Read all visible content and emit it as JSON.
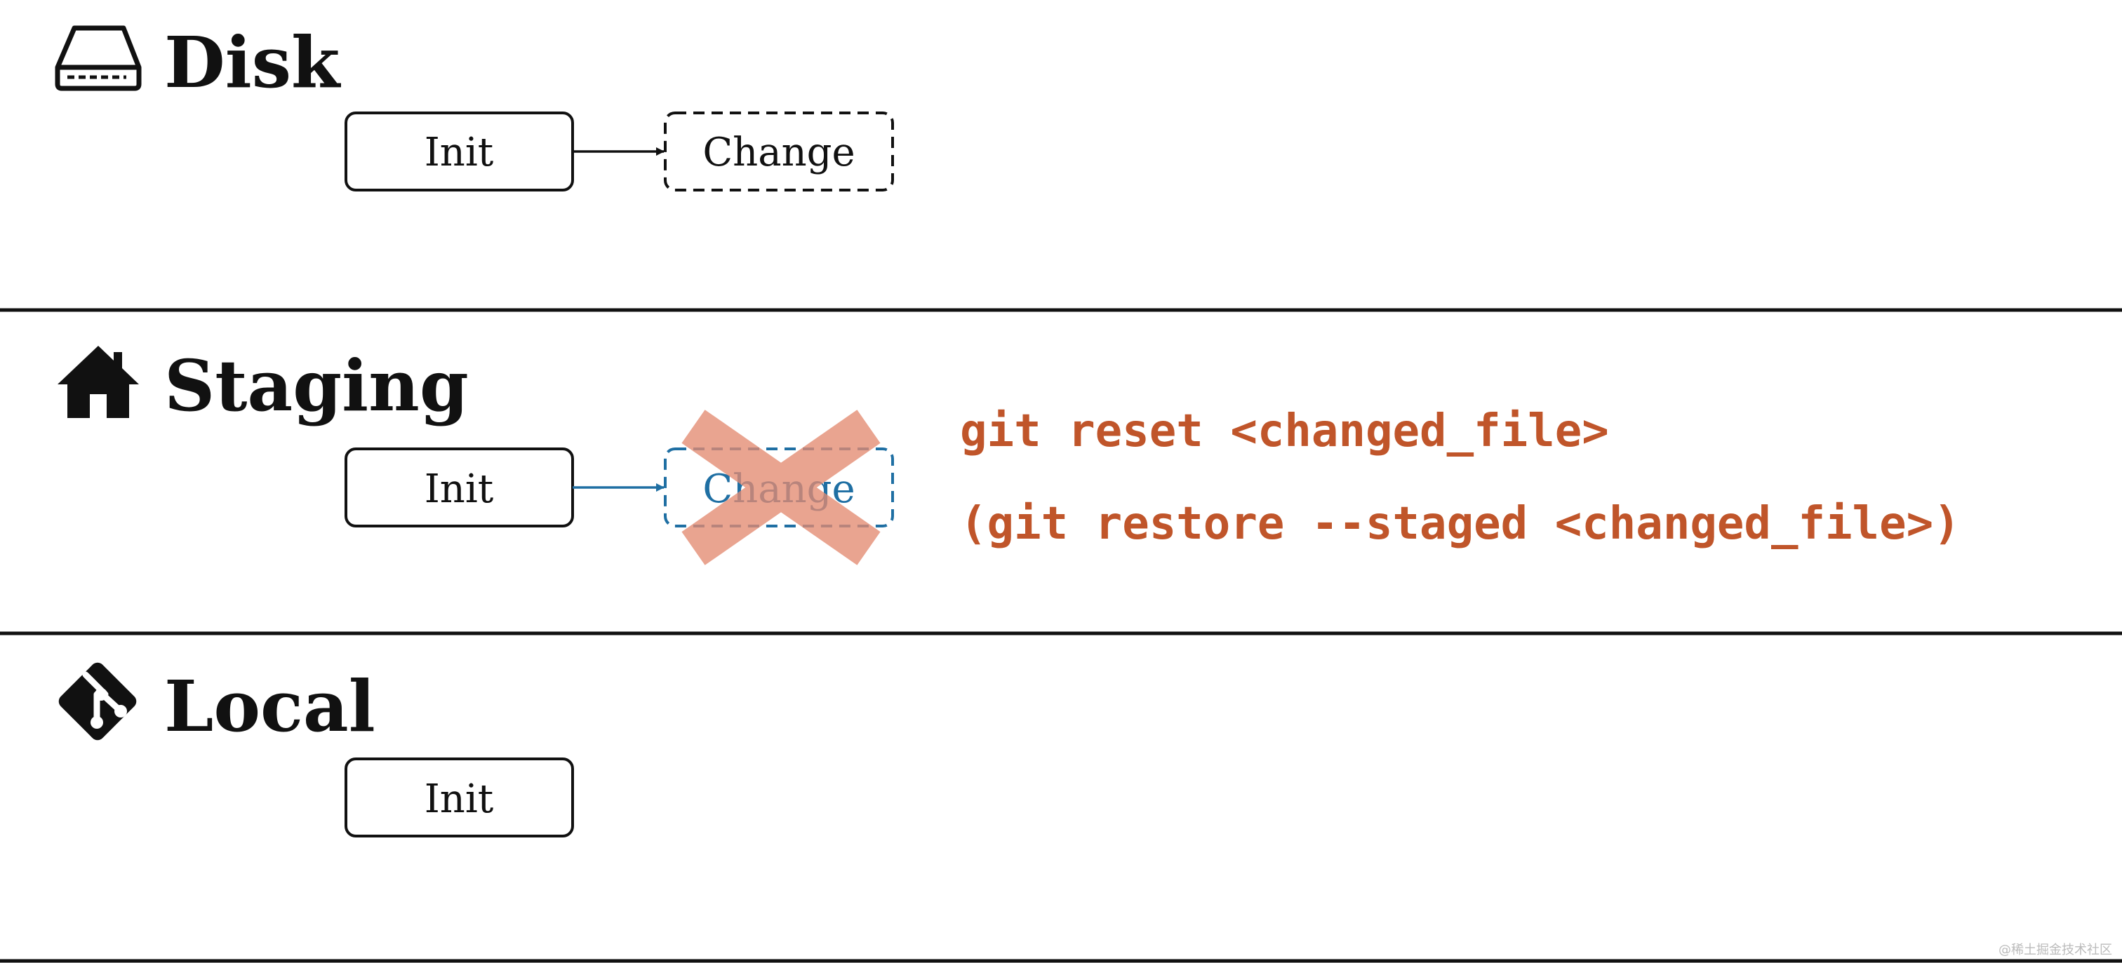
{
  "sections": {
    "disk": {
      "title": "Disk",
      "icon": "hard-drive-icon",
      "boxes": {
        "init": "Init",
        "change": "Change"
      }
    },
    "staging": {
      "title": "Staging",
      "icon": "house-icon",
      "boxes": {
        "init": "Init",
        "change": "Change"
      },
      "commands": {
        "reset": "git reset <changed_file>",
        "restore": "(git restore --staged <changed_file>)"
      }
    },
    "local": {
      "title": "Local",
      "icon": "git-logo-icon",
      "boxes": {
        "init": "Init"
      }
    }
  },
  "colors": {
    "text": "#111111",
    "command": "#c0552a",
    "staged_change": "#1f6fa3",
    "cross": "#e48b72",
    "divider": "#111111"
  },
  "watermark": "@稀土掘金技术社区"
}
